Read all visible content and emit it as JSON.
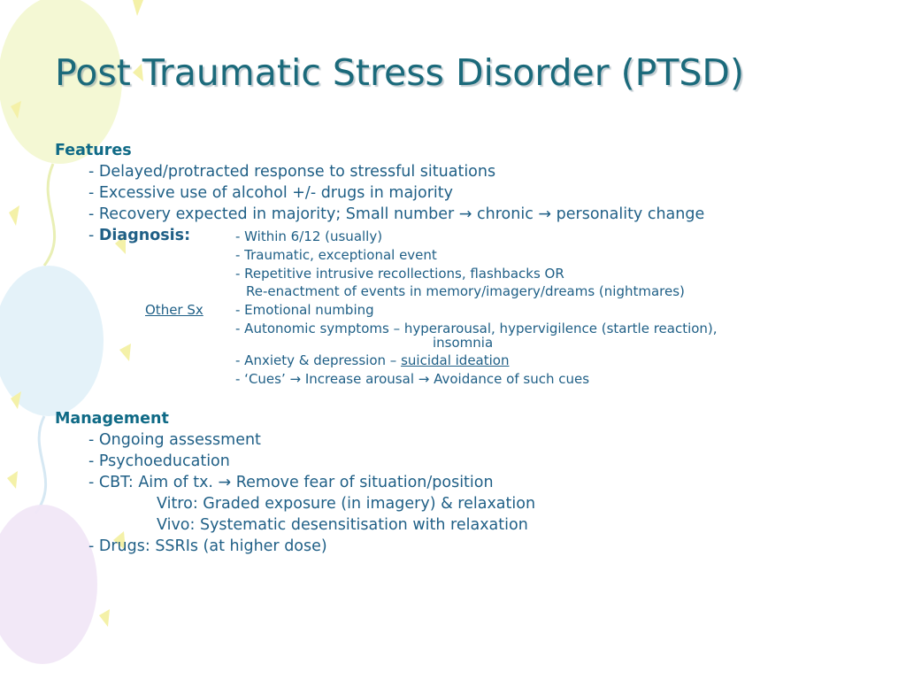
{
  "slide": {
    "title": "Post Traumatic Stress Disorder (PTSD)",
    "colors": {
      "title": "#1b6a7b",
      "body": "#1f5f86",
      "heading": "#0f6a86"
    },
    "features": {
      "heading": "Features",
      "items": [
        "- Delayed/protracted response to stressful situations",
        "- Excessive use of alcohol +/- drugs in majority",
        "- Recovery expected in majority;  Small number → chronic → personality change"
      ],
      "diagnosis_dash": "- ",
      "diagnosis_label": "Diagnosis:",
      "diagnosis": [
        "- Within 6/12 (usually)",
        "- Traumatic, exceptional event",
        "- Repetitive intrusive recollections, flashbacks OR",
        "Re-enactment of events in memory/imagery/dreams (nightmares)",
        "- Emotional numbing",
        "- Autonomic symptoms – hyperarousal, hypervigilence (startle reaction),",
        "insomnia",
        "- Anxiety & depression – ",
        "- ‘Cues’ → Increase arousal → Avoidance of such cues"
      ],
      "suicidal_link": "suicidal ideation",
      "other_sx": "Other Sx"
    },
    "management": {
      "heading": "Management",
      "items": [
        "- Ongoing assessment",
        "- Psychoeducation",
        "- CBT:  Aim of tx. → Remove fear of situation/position",
        "Vitro: Graded exposure (in imagery) & relaxation",
        "Vivo:  Systematic desensitisation with relaxation",
        "- Drugs: SSRIs (at higher dose)"
      ]
    }
  }
}
